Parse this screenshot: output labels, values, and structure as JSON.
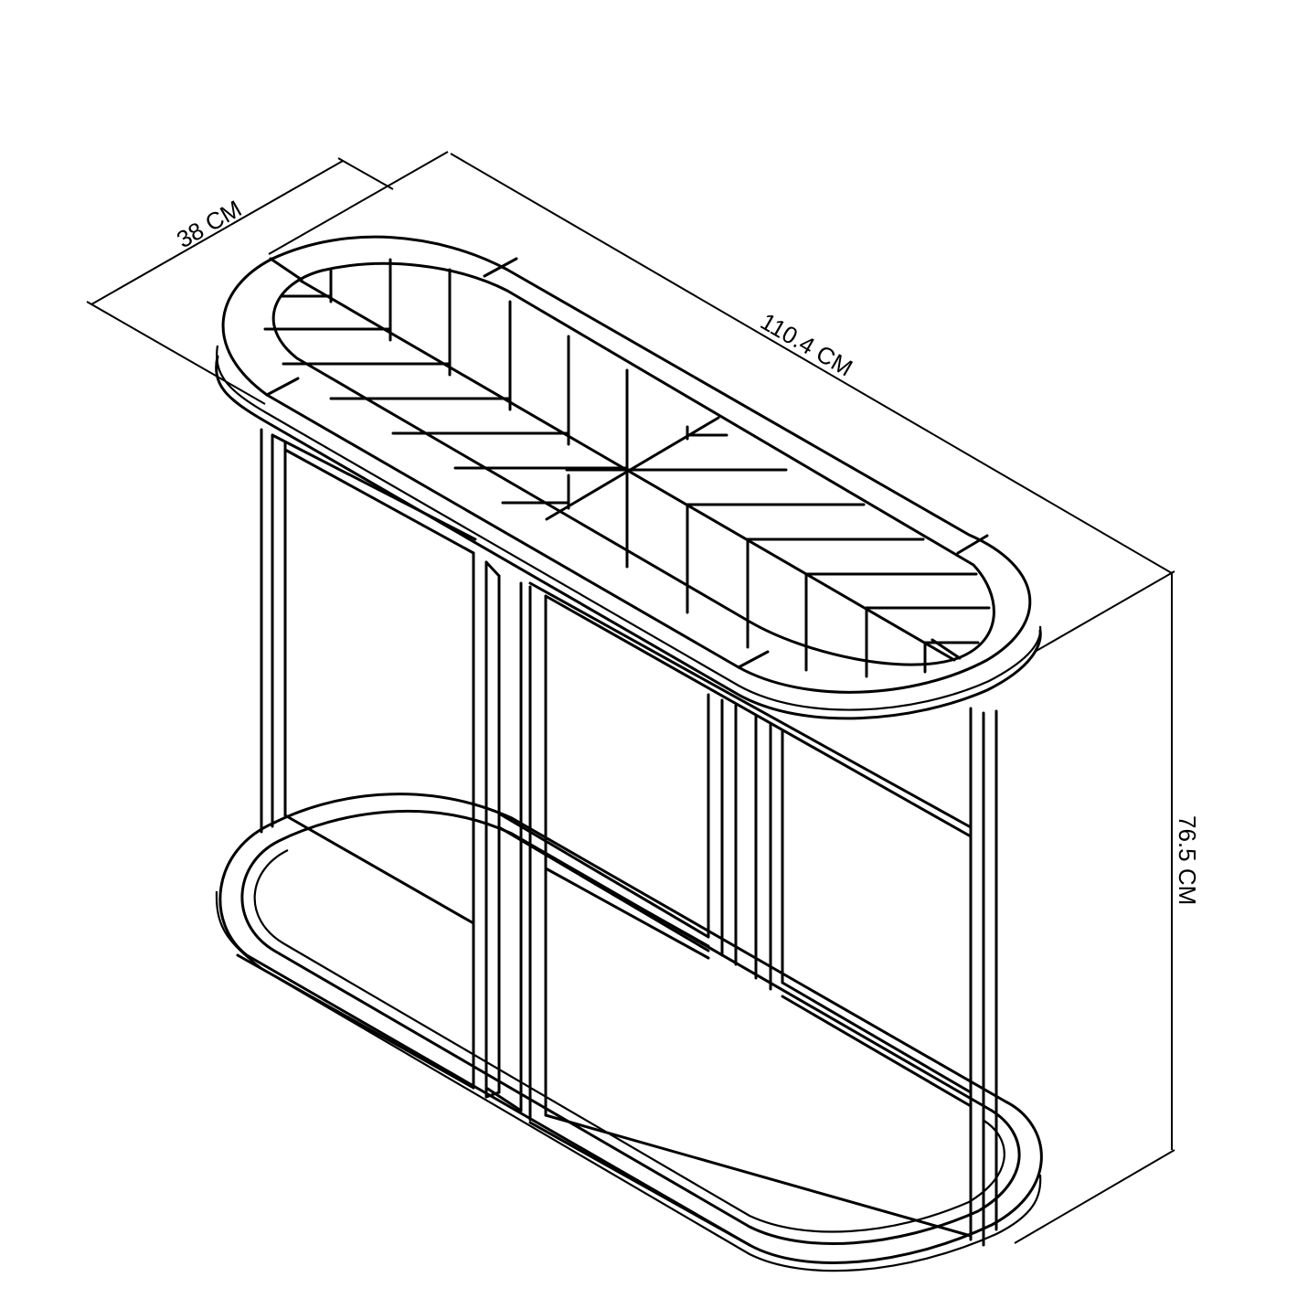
{
  "diagram": {
    "subject": "Oval console table with parquet (herringbone) top and metal frame",
    "view": "isometric line drawing",
    "line_color": "#000000",
    "background": "#ffffff"
  },
  "dimensions": {
    "depth": {
      "label": "38 CM"
    },
    "width": {
      "label": "110.4 CM"
    },
    "height": {
      "label": "76.5 CM"
    }
  }
}
